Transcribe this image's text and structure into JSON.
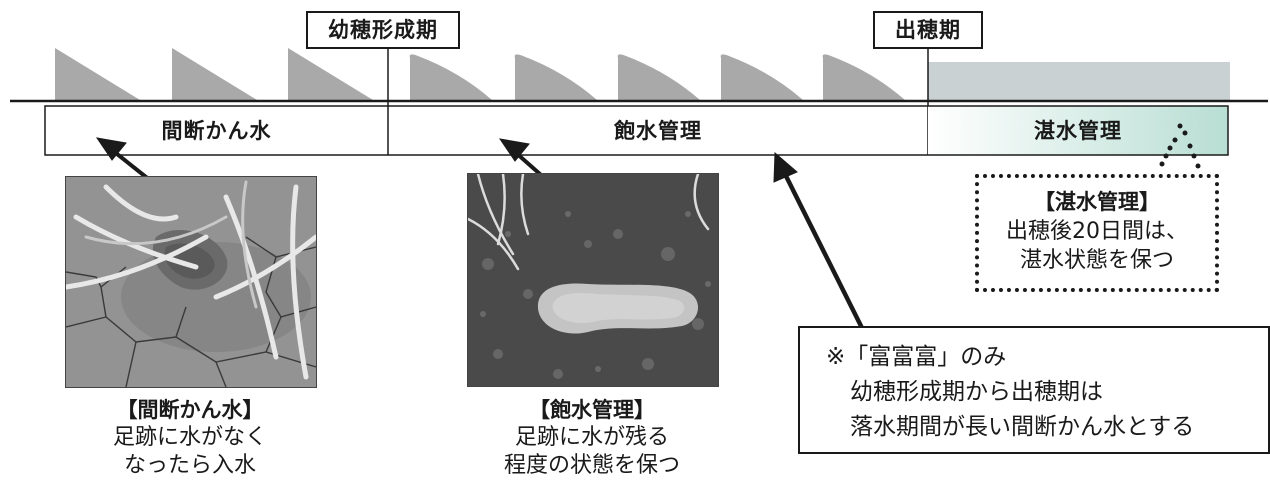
{
  "milestones": {
    "panicle_formation": "幼穂形成期",
    "heading": "出穂期"
  },
  "stages": [
    {
      "label": "間断かん水"
    },
    {
      "label": "飽水管理"
    },
    {
      "label": "湛水管理"
    }
  ],
  "captions": {
    "intermittent": {
      "title": "【間断かん水】",
      "line1": "足跡に水がなく",
      "line2": "なったら入水"
    },
    "saturated": {
      "title": "【飽水管理】",
      "line1": "足跡に水が残る",
      "line2": "程度の状態を保つ"
    }
  },
  "flooded_callout": {
    "title": "【湛水管理】",
    "line1": "出穂後20日間は、",
    "line2": "湛水状態を保つ"
  },
  "note": {
    "line1": "※「富富富」のみ",
    "line2": "幼穂形成期から出穂期は",
    "line3": "落水期間が長い間断かん水とする"
  },
  "colors": {
    "water_gray": "#a9a9a9",
    "flood_fill": "#c9d1d3",
    "flood_stage_gradient_end": "#b8ded3"
  },
  "icons": {
    "photo_intermittent": "cracked-dry-soil-footprint-photo",
    "photo_saturated": "wet-soil-footprint-photo"
  }
}
